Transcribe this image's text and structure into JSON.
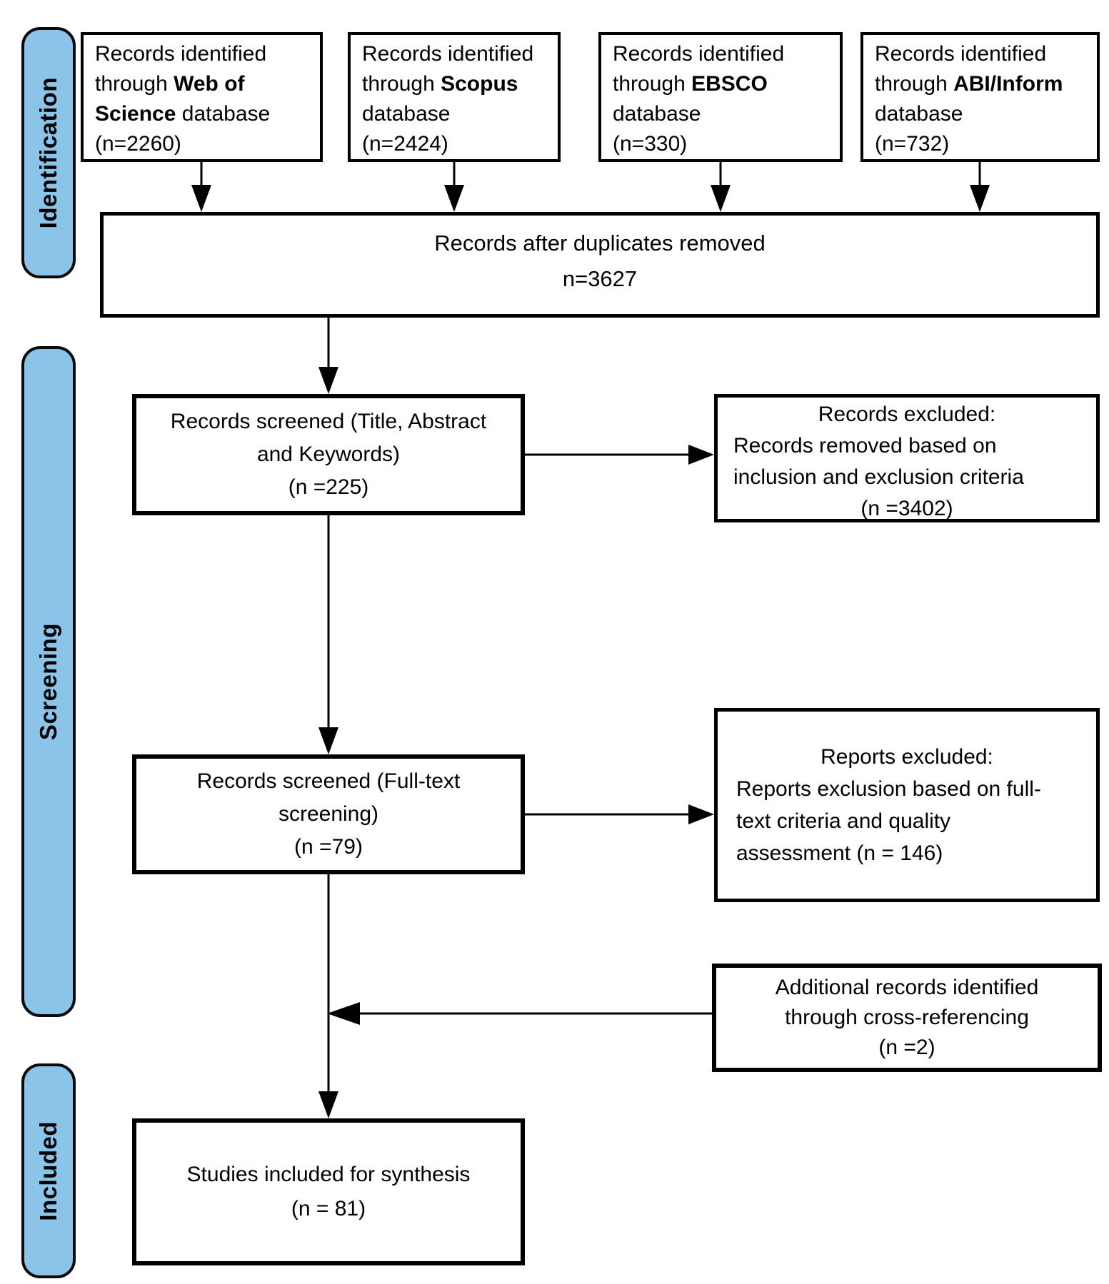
{
  "diagram": {
    "stages": {
      "identification": "Identification",
      "screening": "Screening",
      "included": "Included"
    },
    "colors": {
      "stage_fill": "#8BC4E9",
      "border": "#000000",
      "background": "#FFFFFF"
    },
    "sources": {
      "web_of_science": {
        "line1": "Records identified",
        "line2_pre": "through ",
        "line2_bold": "Web of",
        "line3_bold": "Science",
        "line3_post": " database",
        "count": "(n=2260)"
      },
      "scopus": {
        "line1": "Records identified",
        "line2_pre": "through ",
        "line2_bold": "Scopus",
        "line3": "database",
        "count": "(n=2424)"
      },
      "ebsco": {
        "line1": "Records identified",
        "line2_pre": "through ",
        "line2_bold": "EBSCO",
        "line3": "database",
        "count": "(n=330)"
      },
      "abi_inform": {
        "line1": "Records identified",
        "line2_pre": "through ",
        "line2_bold": "ABI/Inform",
        "line3": "database",
        "count": "(n=732)"
      }
    },
    "duplicates_removed": {
      "line1": "Records after duplicates removed",
      "line2": "n=3627"
    },
    "screened_title_abstract": {
      "line1": "Records screened (Title, Abstract",
      "line2": "and Keywords)",
      "line3": "(n =225)"
    },
    "records_excluded": {
      "line1": "Records excluded:",
      "line2": "Records removed based on",
      "line3": "inclusion and exclusion criteria",
      "line4": "(n =3402)"
    },
    "screened_full_text": {
      "line1": "Records screened (Full-text",
      "line2": "screening)",
      "line3": "(n =79)"
    },
    "reports_excluded": {
      "line1": "Reports excluded:",
      "line2": "Reports exclusion based on full-",
      "line3": "text criteria and quality",
      "line4": "assessment (n = 146)"
    },
    "additional_records": {
      "line1": "Additional records identified",
      "line2": "through cross-referencing",
      "line3": "(n =2)"
    },
    "studies_included": {
      "line1": "Studies included for synthesis",
      "line2": "(n = 81)"
    }
  }
}
